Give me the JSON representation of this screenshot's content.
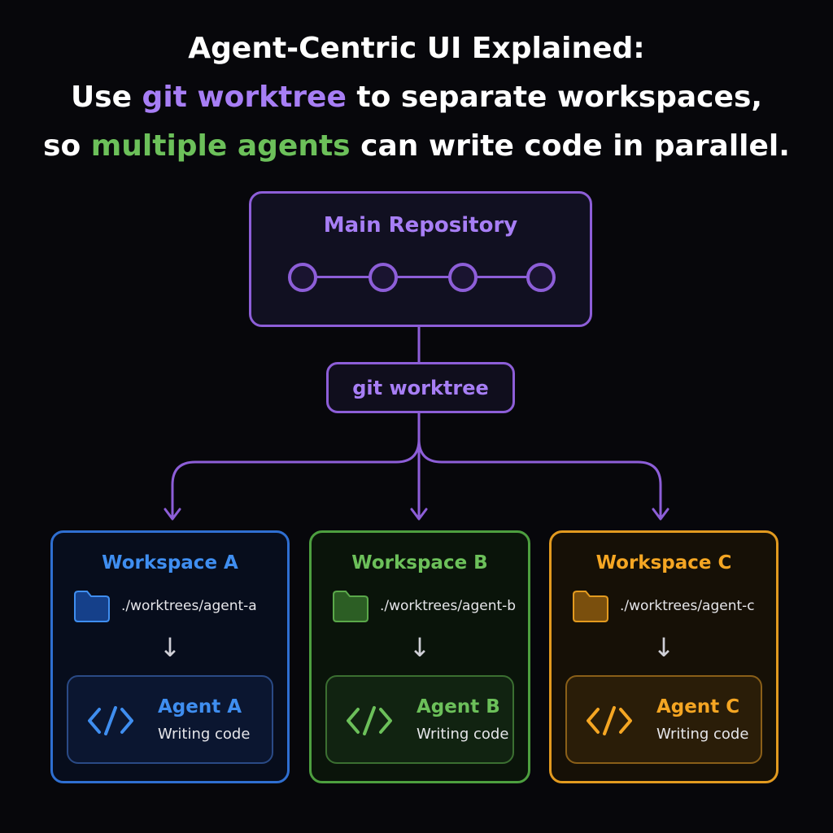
{
  "title": {
    "line1": "Agent-Centric UI Explained:",
    "line2_pre": "Use ",
    "line2_highlight": "git worktree",
    "line2_post": " to separate workspaces,",
    "line3_pre": "so ",
    "line3_highlight": "multiple agents",
    "line3_post": " can write code in parallel."
  },
  "colors": {
    "purple": "#a77ef5",
    "green": "#6cc05a",
    "blue": "#3f8ef0",
    "orange": "#f5a623",
    "background": "#07070b"
  },
  "main_repo": {
    "label": "Main Repository",
    "commit_count": 4
  },
  "worktree": {
    "label": "git worktree"
  },
  "workspaces": [
    {
      "title": "Workspace A",
      "path": "./worktrees/agent-a",
      "agent_name": "Agent A",
      "agent_status": "Writing code",
      "folder_icon": "folder-icon",
      "code_icon": "code-icon",
      "arrow": "↓"
    },
    {
      "title": "Workspace B",
      "path": "./worktrees/agent-b",
      "agent_name": "Agent B",
      "agent_status": "Writing code",
      "folder_icon": "folder-icon",
      "code_icon": "code-icon",
      "arrow": "↓"
    },
    {
      "title": "Workspace C",
      "path": "./worktrees/agent-c",
      "agent_name": "Agent C",
      "agent_status": "Writing code",
      "folder_icon": "folder-icon",
      "code_icon": "code-icon",
      "arrow": "↓"
    }
  ]
}
